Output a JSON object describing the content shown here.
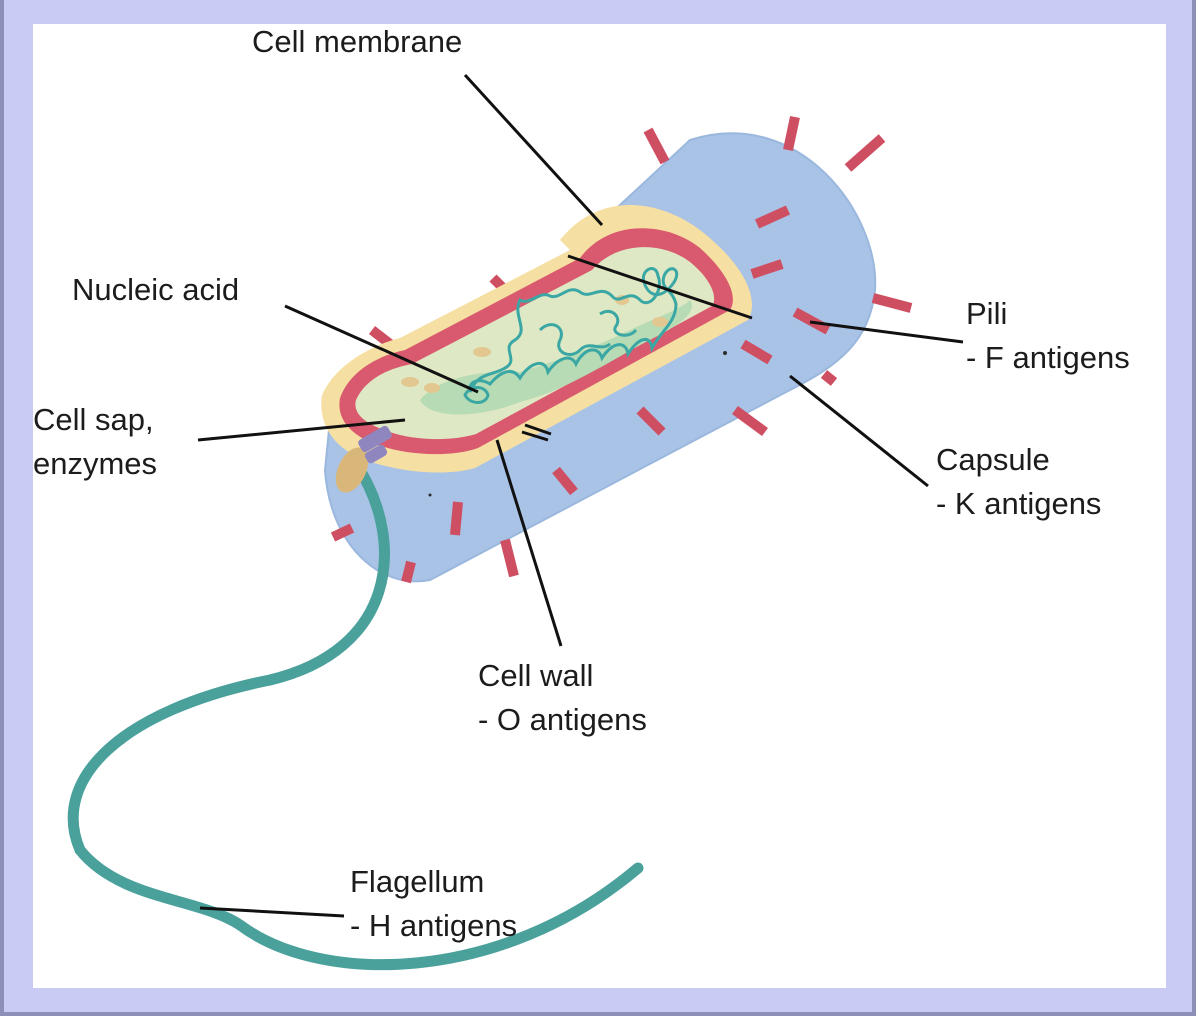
{
  "labels": {
    "cell_membrane": "Cell membrane",
    "nucleic_acid": "Nucleic  acid",
    "cell_sap_line1": "Cell sap,",
    "cell_sap_line2": "enzymes",
    "pili_line1": "Pili",
    "pili_line2": "- F antigens",
    "capsule_line1": "Capsule",
    "capsule_line2": "- K antigens",
    "cell_wall_line1": "Cell wall",
    "cell_wall_line2": "- O antigens",
    "flagellum_line1": "Flagellum",
    "flagellum_line2": "- H antigens"
  },
  "colors": {
    "background": "#c9cbf5",
    "panel": "#ffffff",
    "capsule": "#a9c3e6",
    "capsule_edge": "#9ab7de",
    "cell_wall": "#f6dfa2",
    "membrane": "#d95a6e",
    "cytoplasm": "#dfe8c4",
    "nucleoid": "#b2d9b2",
    "dna": "#3aa7a5",
    "granules": "#e2c890",
    "pili": "#cf4f62",
    "flagellum": "#4aa19c",
    "hook": "#d9b77a",
    "basal_body": "#8f86bf",
    "leader_lines": "#111111"
  }
}
